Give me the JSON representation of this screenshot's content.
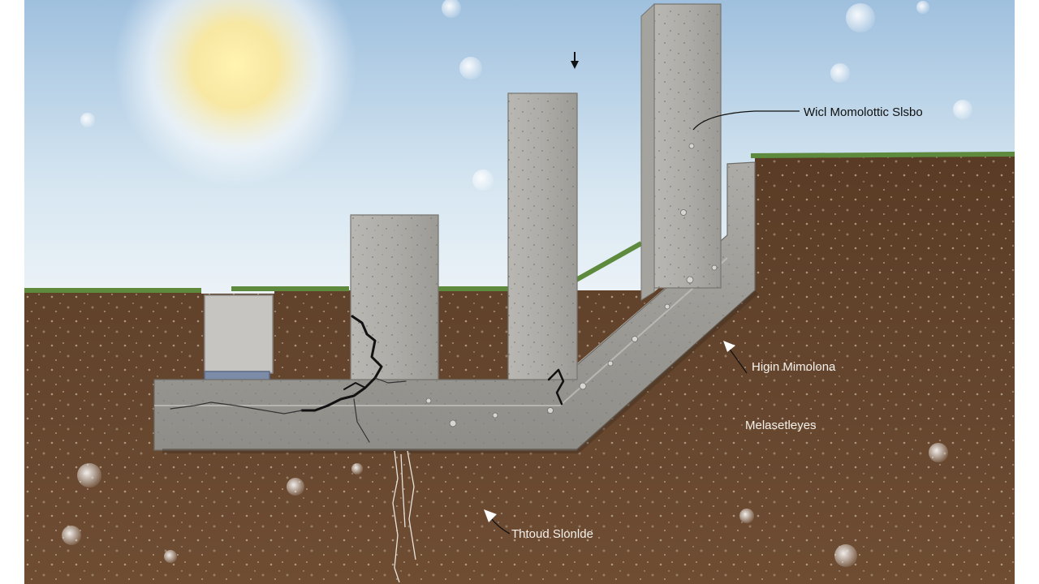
{
  "diagram": {
    "labels": {
      "top_right": "Wicl Momolottic Slsbo",
      "middle_right": "Higin Mimolona",
      "lower_right": "Melasetleyes",
      "bottom": "Thtoud Slonlde"
    },
    "colors": {
      "sky_top": "#a9c8e4",
      "sky_bottom": "#eaf2f8",
      "soil": "#6b4a30",
      "soil_dark": "#4a3020",
      "concrete": "#a8a6a2",
      "concrete_light": "#c4c2be",
      "concrete_dark": "#7d7b77",
      "grass": "#5b7f3a",
      "water_block": "#7a8aa6",
      "crack": "#111111"
    }
  }
}
